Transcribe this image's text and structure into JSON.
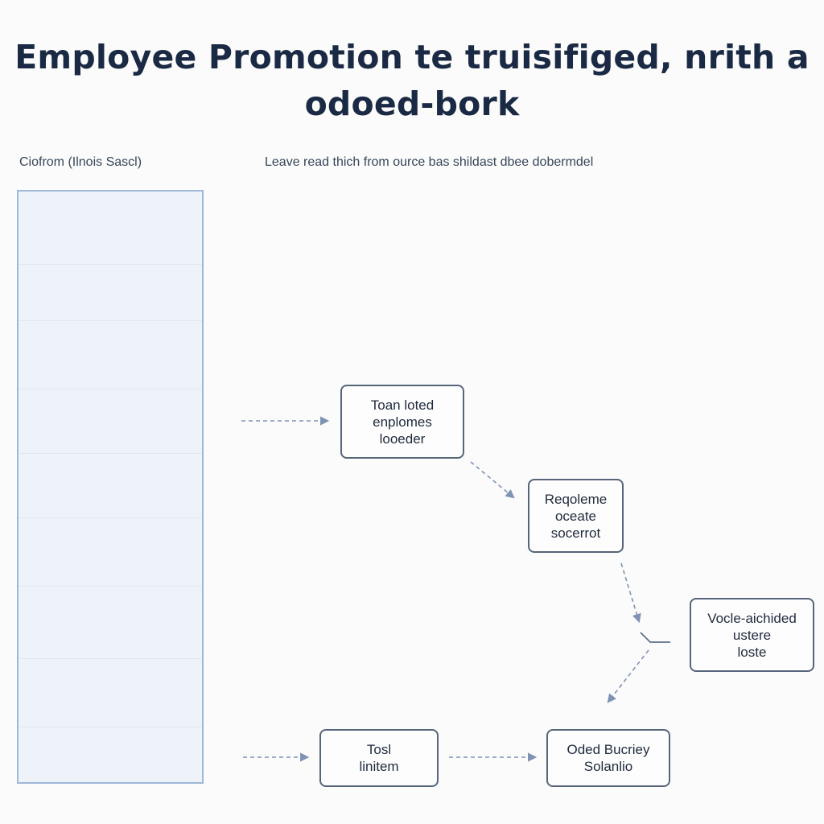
{
  "title": {
    "line1": "Employee Promotion te truisifiged, nrith a",
    "line2": "odoed-bork"
  },
  "captions": {
    "left": "Ciofrom (Ilnois Sascl)",
    "right": "Leave read thich from ource bas shildast dbee dobermdel"
  },
  "nodes": [
    {
      "id": "node-1",
      "text": "Toan loted\nenplomes\nlooeder"
    },
    {
      "id": "node-2",
      "text": "Reqoleme\noceate\nsocerrot"
    },
    {
      "id": "node-3",
      "text": "Vocle-aichided\nustere\nloste"
    },
    {
      "id": "node-4",
      "text": "Tosl\nlinitem"
    },
    {
      "id": "node-5",
      "text": "Oded Bucriey\nSolanlio"
    }
  ],
  "colors": {
    "arrow": "#7e93b4",
    "node_border": "#56657a",
    "panel_border": "#9fb8d8",
    "panel_fill": "#eef3f9",
    "title": "#1b2a44"
  }
}
